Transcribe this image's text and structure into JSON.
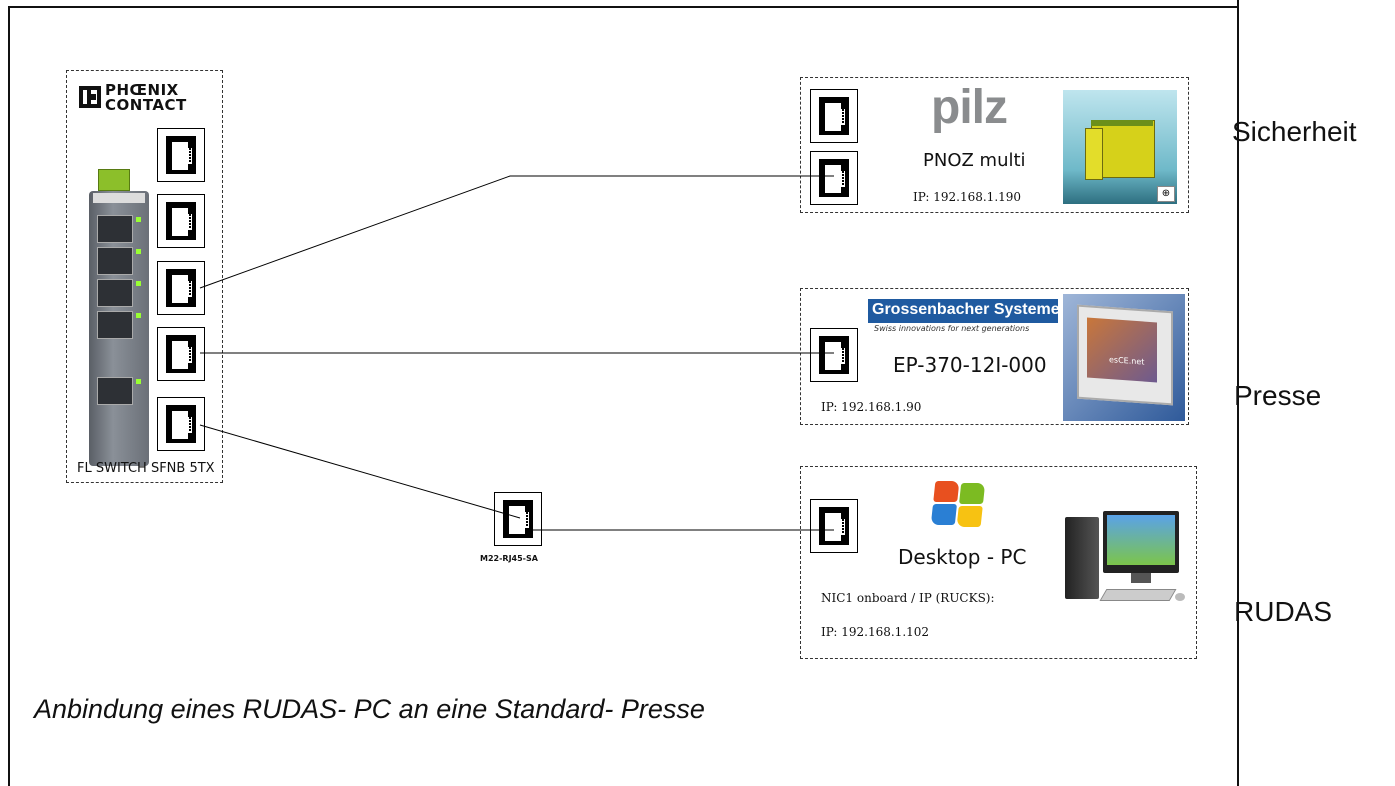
{
  "switch": {
    "brand_line1": "PHŒNIX",
    "brand_line2": "CONTACT",
    "label": "FL SWITCH SFNB 5TX"
  },
  "connector": {
    "label": "M22-RJ45-SA"
  },
  "devices": {
    "pilz": {
      "brand": "pilz",
      "name": "PNOZ multi",
      "ip": "IP: 192.168.1.190"
    },
    "grossenbacher": {
      "brand": "Grossenbacher Systeme",
      "tagline": "Swiss innovations for next generations",
      "name": "EP-370-12I-000",
      "ip": "IP: 192.168.1.90",
      "screen_text": "esCE.net"
    },
    "pc": {
      "name": "Desktop - PC",
      "nic": "NIC1 onboard / IP (RUCKS):",
      "ip": "IP: 192.168.1.102"
    }
  },
  "side_labels": {
    "safety": "Sicherheit",
    "press": "Presse",
    "rudas": "RUDAS"
  },
  "caption": "Anbindung eines RUDAS- PC an eine Standard- Presse",
  "colors": {
    "pilz_yellow": "#d6d11a",
    "pilz_green": "#6c8f1a",
    "grossenbacher_blue": "#1f5aa0"
  }
}
